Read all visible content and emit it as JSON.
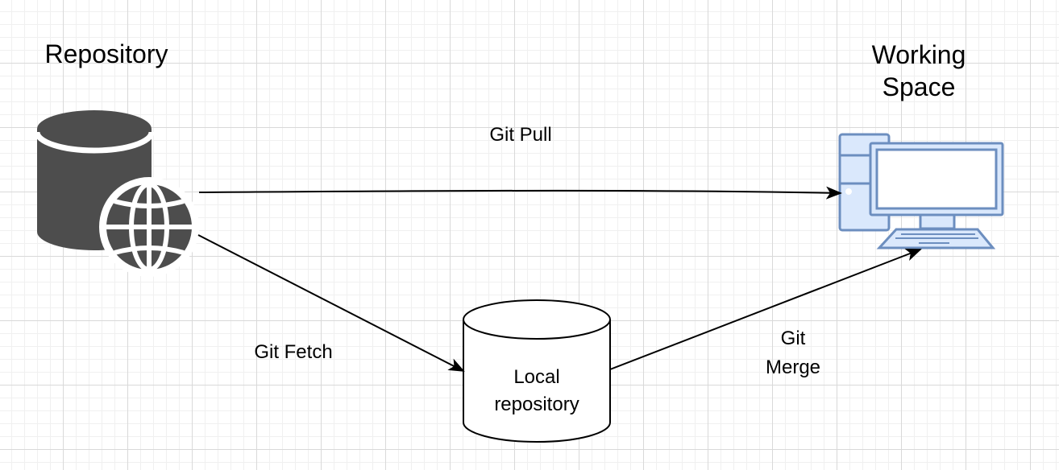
{
  "nodes": {
    "repository": {
      "label": "Repository",
      "icon": "database-globe-icon"
    },
    "working_space": {
      "label": "Working\nSpace",
      "icon": "desktop-computer-icon"
    },
    "local_repository": {
      "label": "Local\nrepository",
      "icon": "cylinder-icon"
    }
  },
  "edges": {
    "git_pull": {
      "label": "Git Pull"
    },
    "git_fetch": {
      "label": "Git Fetch"
    },
    "git_merge": {
      "label": "Git\nMerge"
    }
  },
  "colors": {
    "database": "#4d4d4d",
    "computer_fill": "#dae8fc",
    "computer_stroke": "#6c8ebf",
    "arrow": "#000000"
  }
}
